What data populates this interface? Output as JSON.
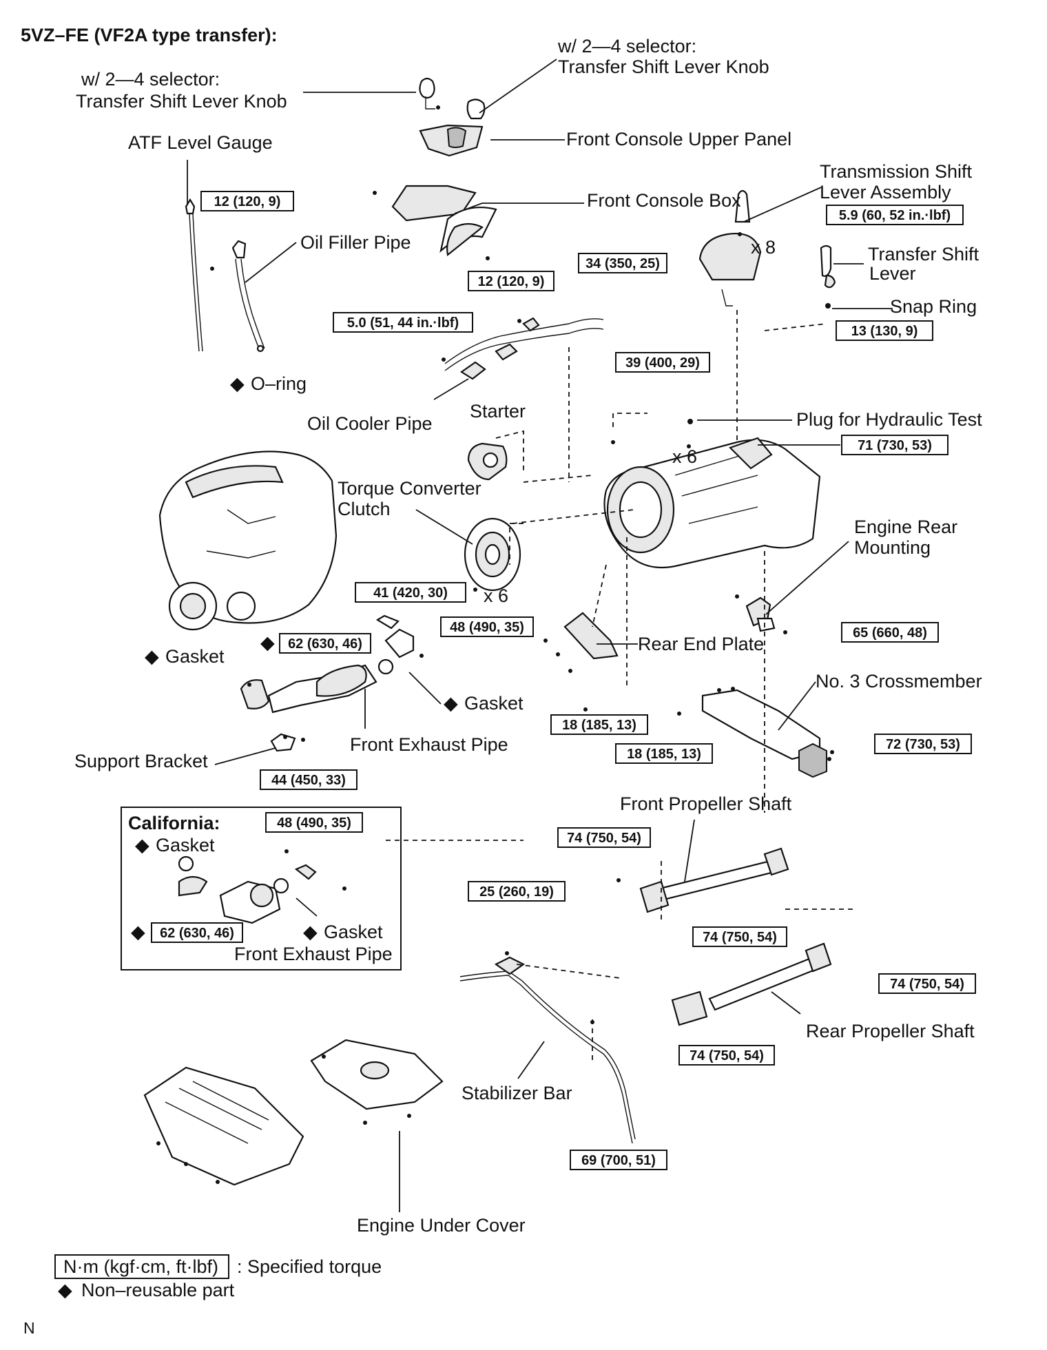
{
  "title": "5VZ–FE (VF2A type transfer):",
  "labels": {
    "knob_left_1": "w/ 2—4 selector:",
    "knob_left_2": "Transfer Shift Lever Knob",
    "knob_right_1": "w/ 2—4 selector:",
    "knob_right_2": "Transfer Shift Lever Knob",
    "console_upper": "Front Console Upper Panel",
    "atf_gauge": "ATF Level Gauge",
    "console_box": "Front Console Box",
    "trans_shift_1": "Transmission Shift",
    "trans_shift_2": "Lever Assembly",
    "oil_filler": "Oil Filler Pipe",
    "x8": "x 8",
    "transfer_shift_1": "Transfer Shift",
    "transfer_shift_2": "Lever",
    "snap_ring": "Snap Ring",
    "o_ring": "O–ring",
    "oil_cooler": "Oil Cooler Pipe",
    "starter": "Starter",
    "plug_test": "Plug for Hydraulic Test",
    "x6_trans": "x 6",
    "torque_conv_1": "Torque Converter",
    "torque_conv_2": "Clutch",
    "engine_rear_1": "Engine Rear",
    "engine_rear_2": "Mounting",
    "x6_tc": "x 6",
    "gasket_left": "Gasket",
    "rear_end_plate": "Rear End Plate",
    "no3_cross": "No. 3 Crossmember",
    "gasket_mid": "Gasket",
    "front_exhaust": "Front Exhaust Pipe",
    "support_bracket": "Support Bracket",
    "front_prop": "Front Propeller Shaft",
    "california": "California:",
    "cal_gasket_1": "Gasket",
    "cal_gasket_2": "Gasket",
    "cal_front_exhaust": "Front Exhaust Pipe",
    "rear_prop": "Rear Propeller Shaft",
    "stabilizer": "Stabilizer Bar",
    "engine_under": "Engine Under Cover"
  },
  "torques": {
    "t12_atf": "12 (120, 9)",
    "t59": "5.9 (60, 52 in.·lbf)",
    "t34": "34 (350, 25)",
    "t12_cooler": "12 (120, 9)",
    "t50": "5.0 (51, 44 in.·lbf)",
    "t13": "13 (130, 9)",
    "t39": "39 (400, 29)",
    "t71": "71 (730, 53)",
    "t41": "41 (420, 30)",
    "t48_exh": "48 (490, 35)",
    "t62_exh": "62 (630, 46)",
    "t65": "65 (660, 48)",
    "t18_plate": "18 (185, 13)",
    "t18_cross": "18 (185, 13)",
    "t72": "72 (730, 53)",
    "t44": "44 (450, 33)",
    "t48_cal": "48 (490, 35)",
    "t74_a": "74 (750, 54)",
    "t62_cal": "62 (630, 46)",
    "t25": "25 (260, 19)",
    "t74_b": "74 (750, 54)",
    "t74_c": "74 (750, 54)",
    "t74_d": "74 (750, 54)",
    "t69": "69 (700, 51)"
  },
  "legend": {
    "torque_unit": "N·m (kgf·cm, ft·lbf)",
    "torque_desc": ": Specified torque",
    "nonreusable": "Non–reusable part"
  },
  "footer_code": "N",
  "symbols": {
    "nonreusable": "◆"
  }
}
